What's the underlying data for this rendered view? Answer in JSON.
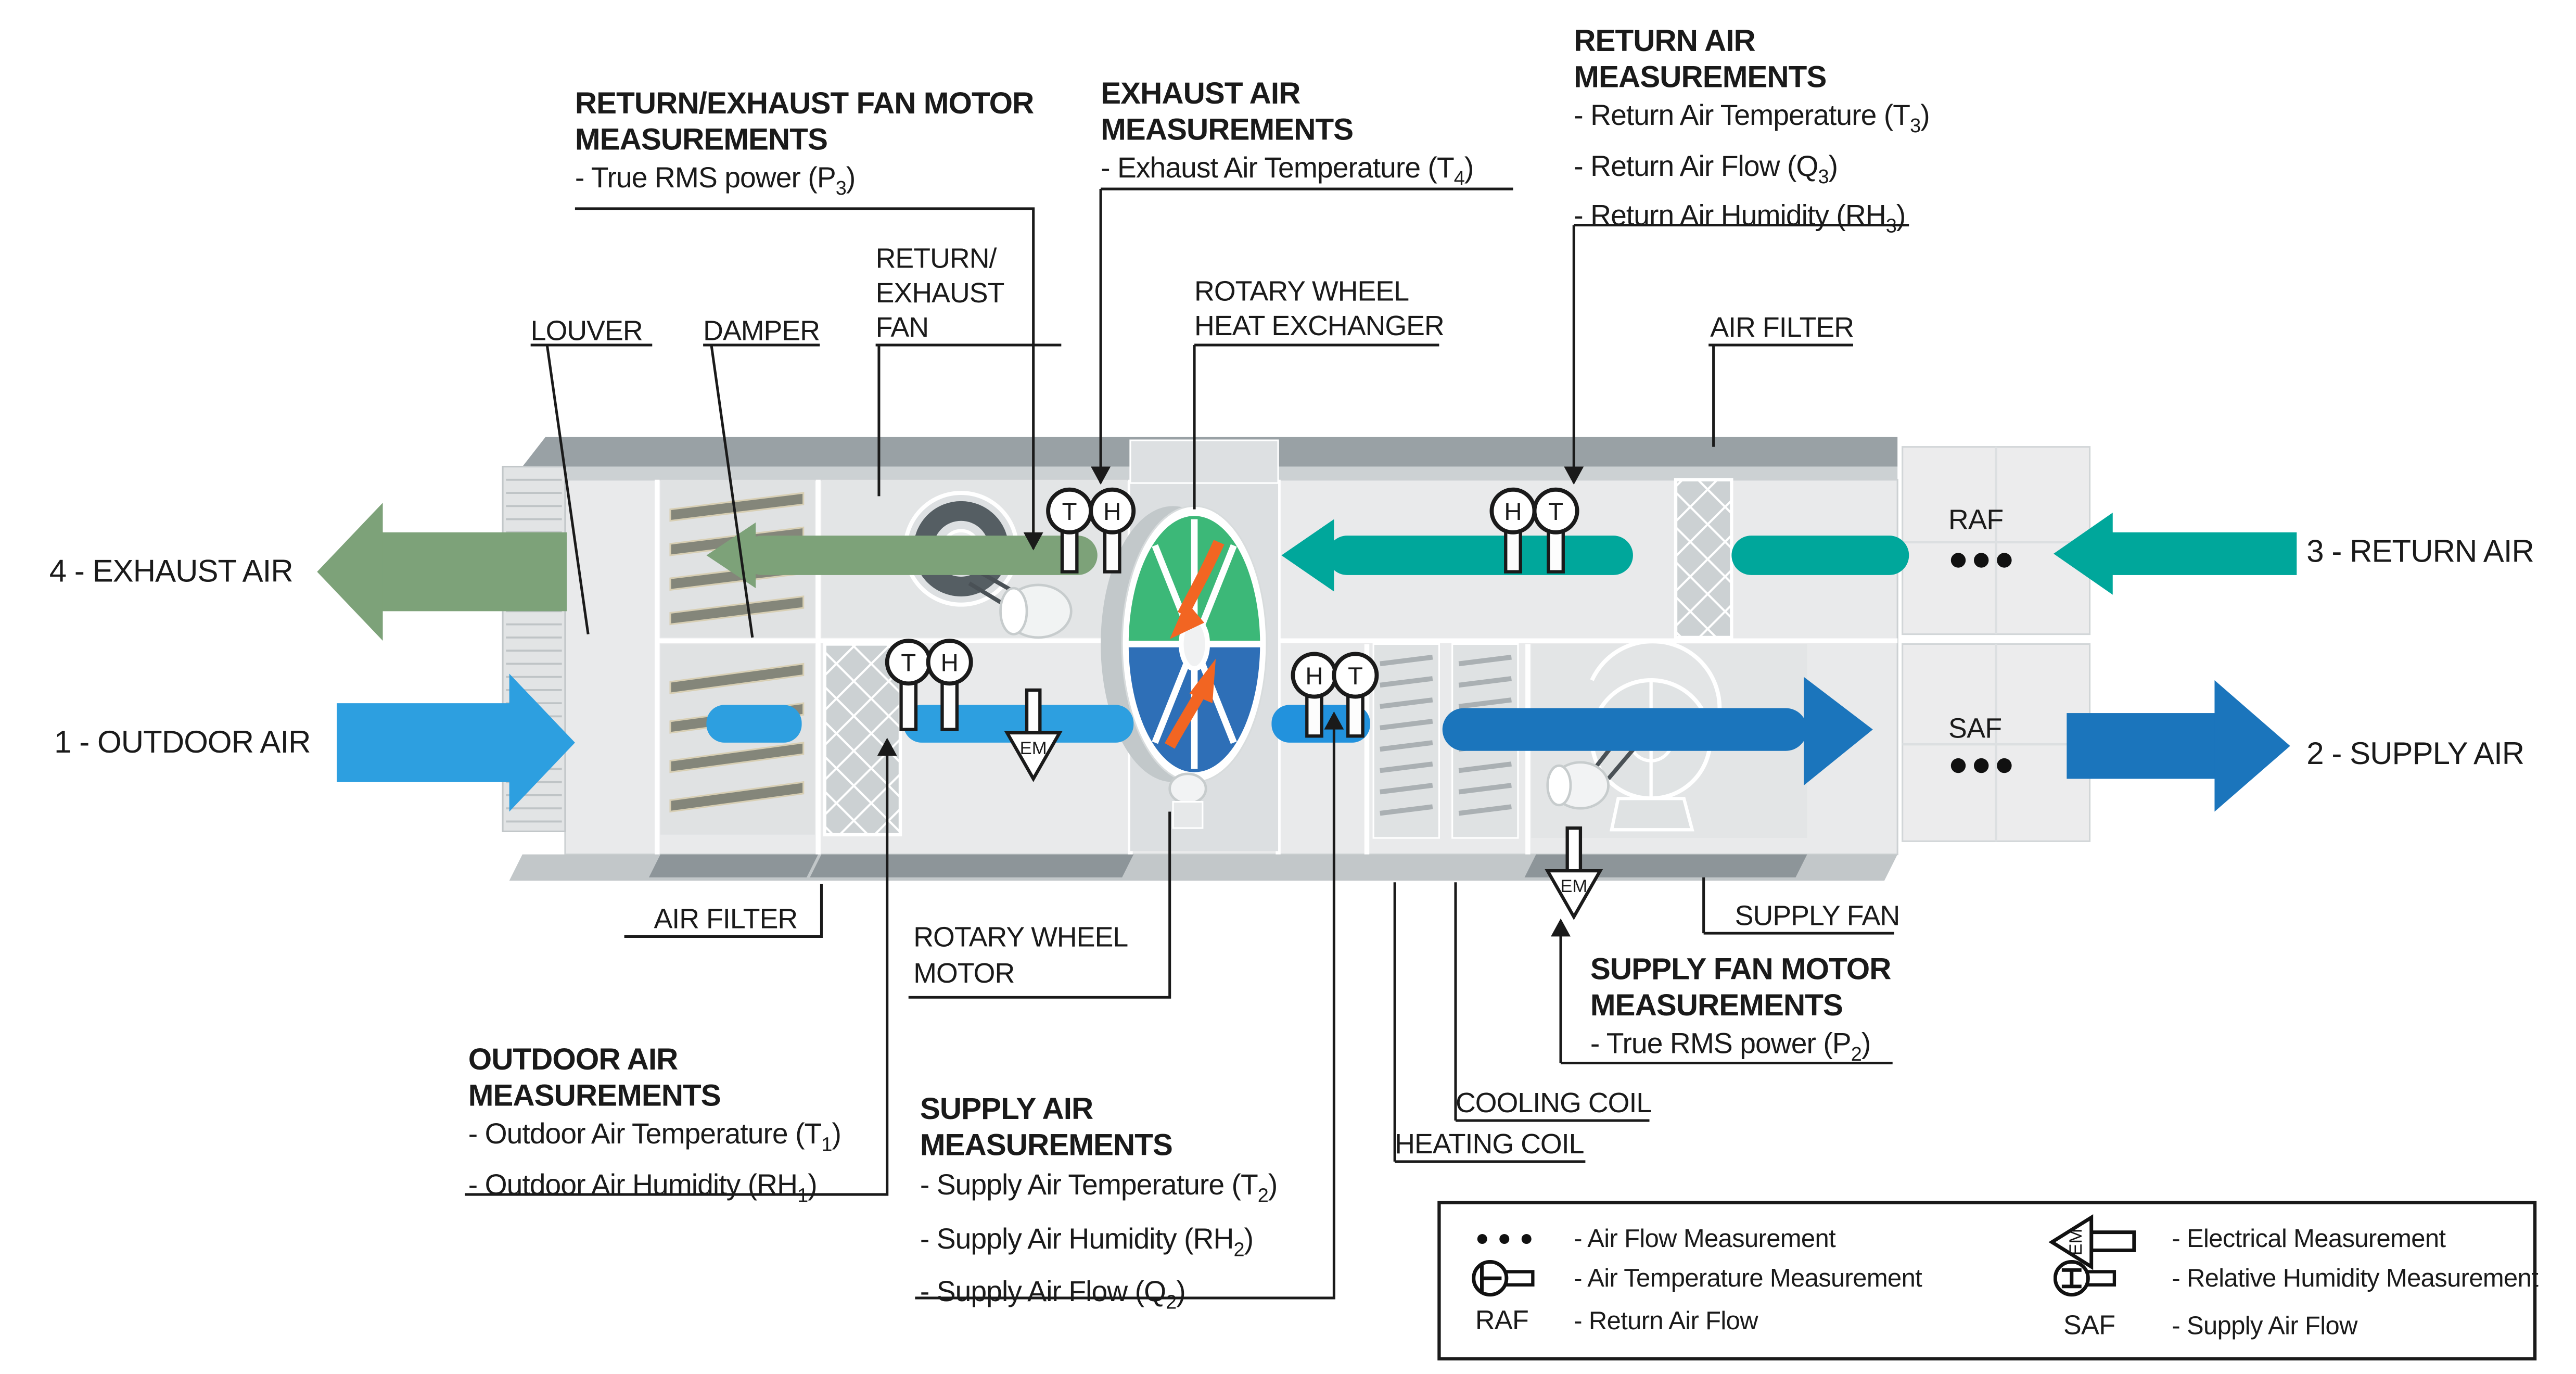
{
  "flows": {
    "exhaust": "4 - EXHAUST AIR",
    "outdoor": "1 - OUTDOOR AIR",
    "return": "3 - RETURN AIR",
    "supply": "2 - SUPPLY AIR"
  },
  "boxes": {
    "raf": "RAF",
    "saf": "SAF"
  },
  "labels": {
    "louver": "LOUVER",
    "damper": "DAMPER",
    "ref_fan": [
      "RETURN/",
      "EXHAUST",
      "FAN"
    ],
    "rwhx": [
      "ROTARY WHEEL",
      "HEAT EXCHANGER"
    ],
    "air_filter_top": "AIR FILTER",
    "air_filter_bottom": "AIR FILTER",
    "rwm": [
      "ROTARY WHEEL",
      "MOTOR"
    ],
    "supply_fan": "SUPPLY FAN",
    "cooling": "COOLING COIL",
    "heating": "HEATING COIL"
  },
  "measurements": {
    "ref_motor": {
      "t1": "RETURN/EXHAUST FAN MOTOR",
      "t2": "MEASUREMENTS",
      "items": [
        {
          "pre": "- True RMS power (P",
          "sub": "3",
          "post": ")"
        }
      ]
    },
    "exhaust": {
      "t1": "EXHAUST AIR",
      "t2": "MEASUREMENTS",
      "items": [
        {
          "pre": "- Exhaust Air Temperature (T",
          "sub": "4",
          "post": ")"
        }
      ]
    },
    "return_air": {
      "t1": "RETURN AIR",
      "t2": "MEASUREMENTS",
      "items": [
        {
          "pre": "- Return Air Temperature (T",
          "sub": "3",
          "post": ")"
        },
        {
          "pre": "- Return Air Flow (Q",
          "sub": "3",
          "post": ")"
        },
        {
          "pre": "- Return Air Humidity (RH",
          "sub": "3",
          "post": ")"
        }
      ]
    },
    "outdoor": {
      "t1": "OUTDOOR AIR",
      "t2": "MEASUREMENTS",
      "items": [
        {
          "pre": "- Outdoor Air Temperature (T",
          "sub": "1",
          "post": ")"
        },
        {
          "pre": "- Outdoor Air Humidity (RH",
          "sub": "1",
          "post": ")"
        }
      ]
    },
    "supply": {
      "t1": "SUPPLY AIR",
      "t2": "MEASUREMENTS",
      "items": [
        {
          "pre": "- Supply Air Temperature (T",
          "sub": "2",
          "post": ")"
        },
        {
          "pre": "- Supply Air Humidity (RH",
          "sub": "2",
          "post": ")"
        },
        {
          "pre": "- Supply Air Flow (Q",
          "sub": "2",
          "post": ")"
        }
      ]
    },
    "supply_motor": {
      "t1": "SUPPLY FAN MOTOR",
      "t2": "MEASUREMENTS",
      "items": [
        {
          "pre": "- True RMS power (P",
          "sub": "2",
          "post": ")"
        }
      ]
    }
  },
  "sensors": {
    "t": "T",
    "h": "H",
    "em": "EM"
  },
  "legend": {
    "airflow": "- Air Flow Measurement",
    "temp": "- Air Temperature Measurement",
    "raf_key": "RAF",
    "raf": "- Return Air Flow",
    "electrical": "- Electrical Measurement",
    "humidity": "- Relative Humidity Measurement",
    "saf_key": "SAF",
    "saf": "- Supply Air Flow"
  },
  "colors": {
    "sage": "#7DA279",
    "teal": "#00A79B",
    "sky": "#2D9FE0",
    "blue": "#1B75BC",
    "band_blue": "#2292DD",
    "orange": "#F26522",
    "wheel_green": "#3CB878",
    "wheel_blue": "#2E6FB7",
    "line": "#1A1A1A"
  }
}
